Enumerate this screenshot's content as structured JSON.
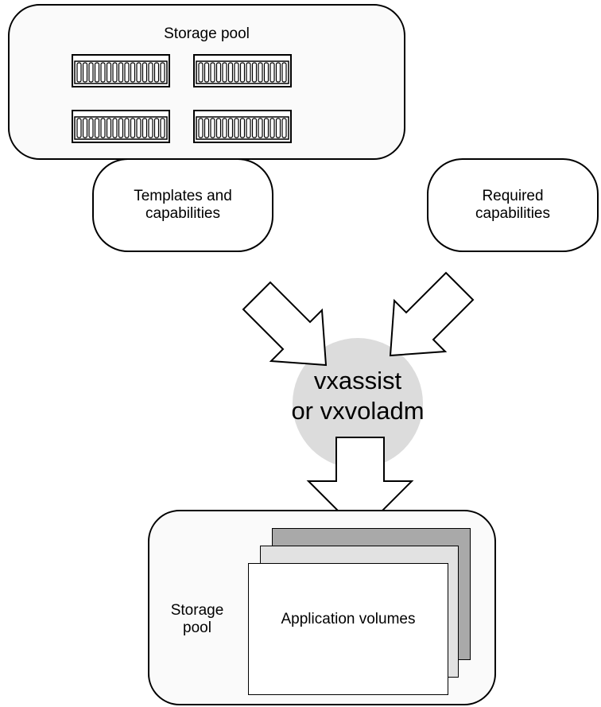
{
  "top_pool": {
    "title": "Storage pool"
  },
  "templates": {
    "line1": "Templates and",
    "line2": "capabilities"
  },
  "required": {
    "line1": "Required",
    "line2": "capabilities"
  },
  "command": {
    "line1": "vxassist",
    "line2": "or vxvoladm"
  },
  "bottom_pool": {
    "line1": "Storage",
    "line2": "pool",
    "volumes_label": "Application volumes"
  },
  "colors": {
    "pool_fill": "#fafafa",
    "command_fill": "#dcdcdc",
    "sheet_back": "#a9a9a9",
    "sheet_mid": "#e2e2e2"
  }
}
